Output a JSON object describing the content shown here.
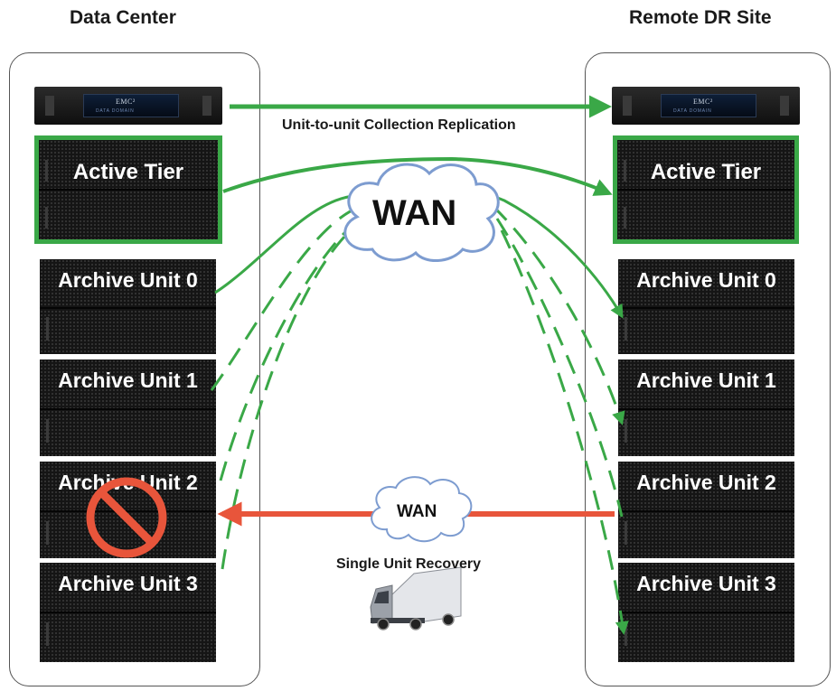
{
  "sites": {
    "data_center": "Data Center",
    "remote_dr": "Remote DR Site"
  },
  "appliance": {
    "brand": "EMC²",
    "model": "DATA DOMAIN"
  },
  "units": {
    "active_tier": "Active Tier",
    "archive_0": "Archive Unit 0",
    "archive_1": "Archive Unit 1",
    "archive_2": "Archive Unit 2",
    "archive_3": "Archive Unit 3"
  },
  "labels": {
    "replication": "Unit-to-unit Collection Replication",
    "wan_large": "WAN",
    "wan_small": "WAN",
    "recovery": "Single Unit Recovery"
  },
  "status": {
    "failed_unit": "Archive Unit 2"
  },
  "icons": [
    "no-entry-icon",
    "truck-icon",
    "cloud-icon"
  ],
  "colors": {
    "replication_line": "#3aa847",
    "recovery_line": "#e8553b",
    "failure_symbol": "#e8553b",
    "cloud_outline": "#7d9cd0",
    "active_tier_border": "#3aa847"
  }
}
